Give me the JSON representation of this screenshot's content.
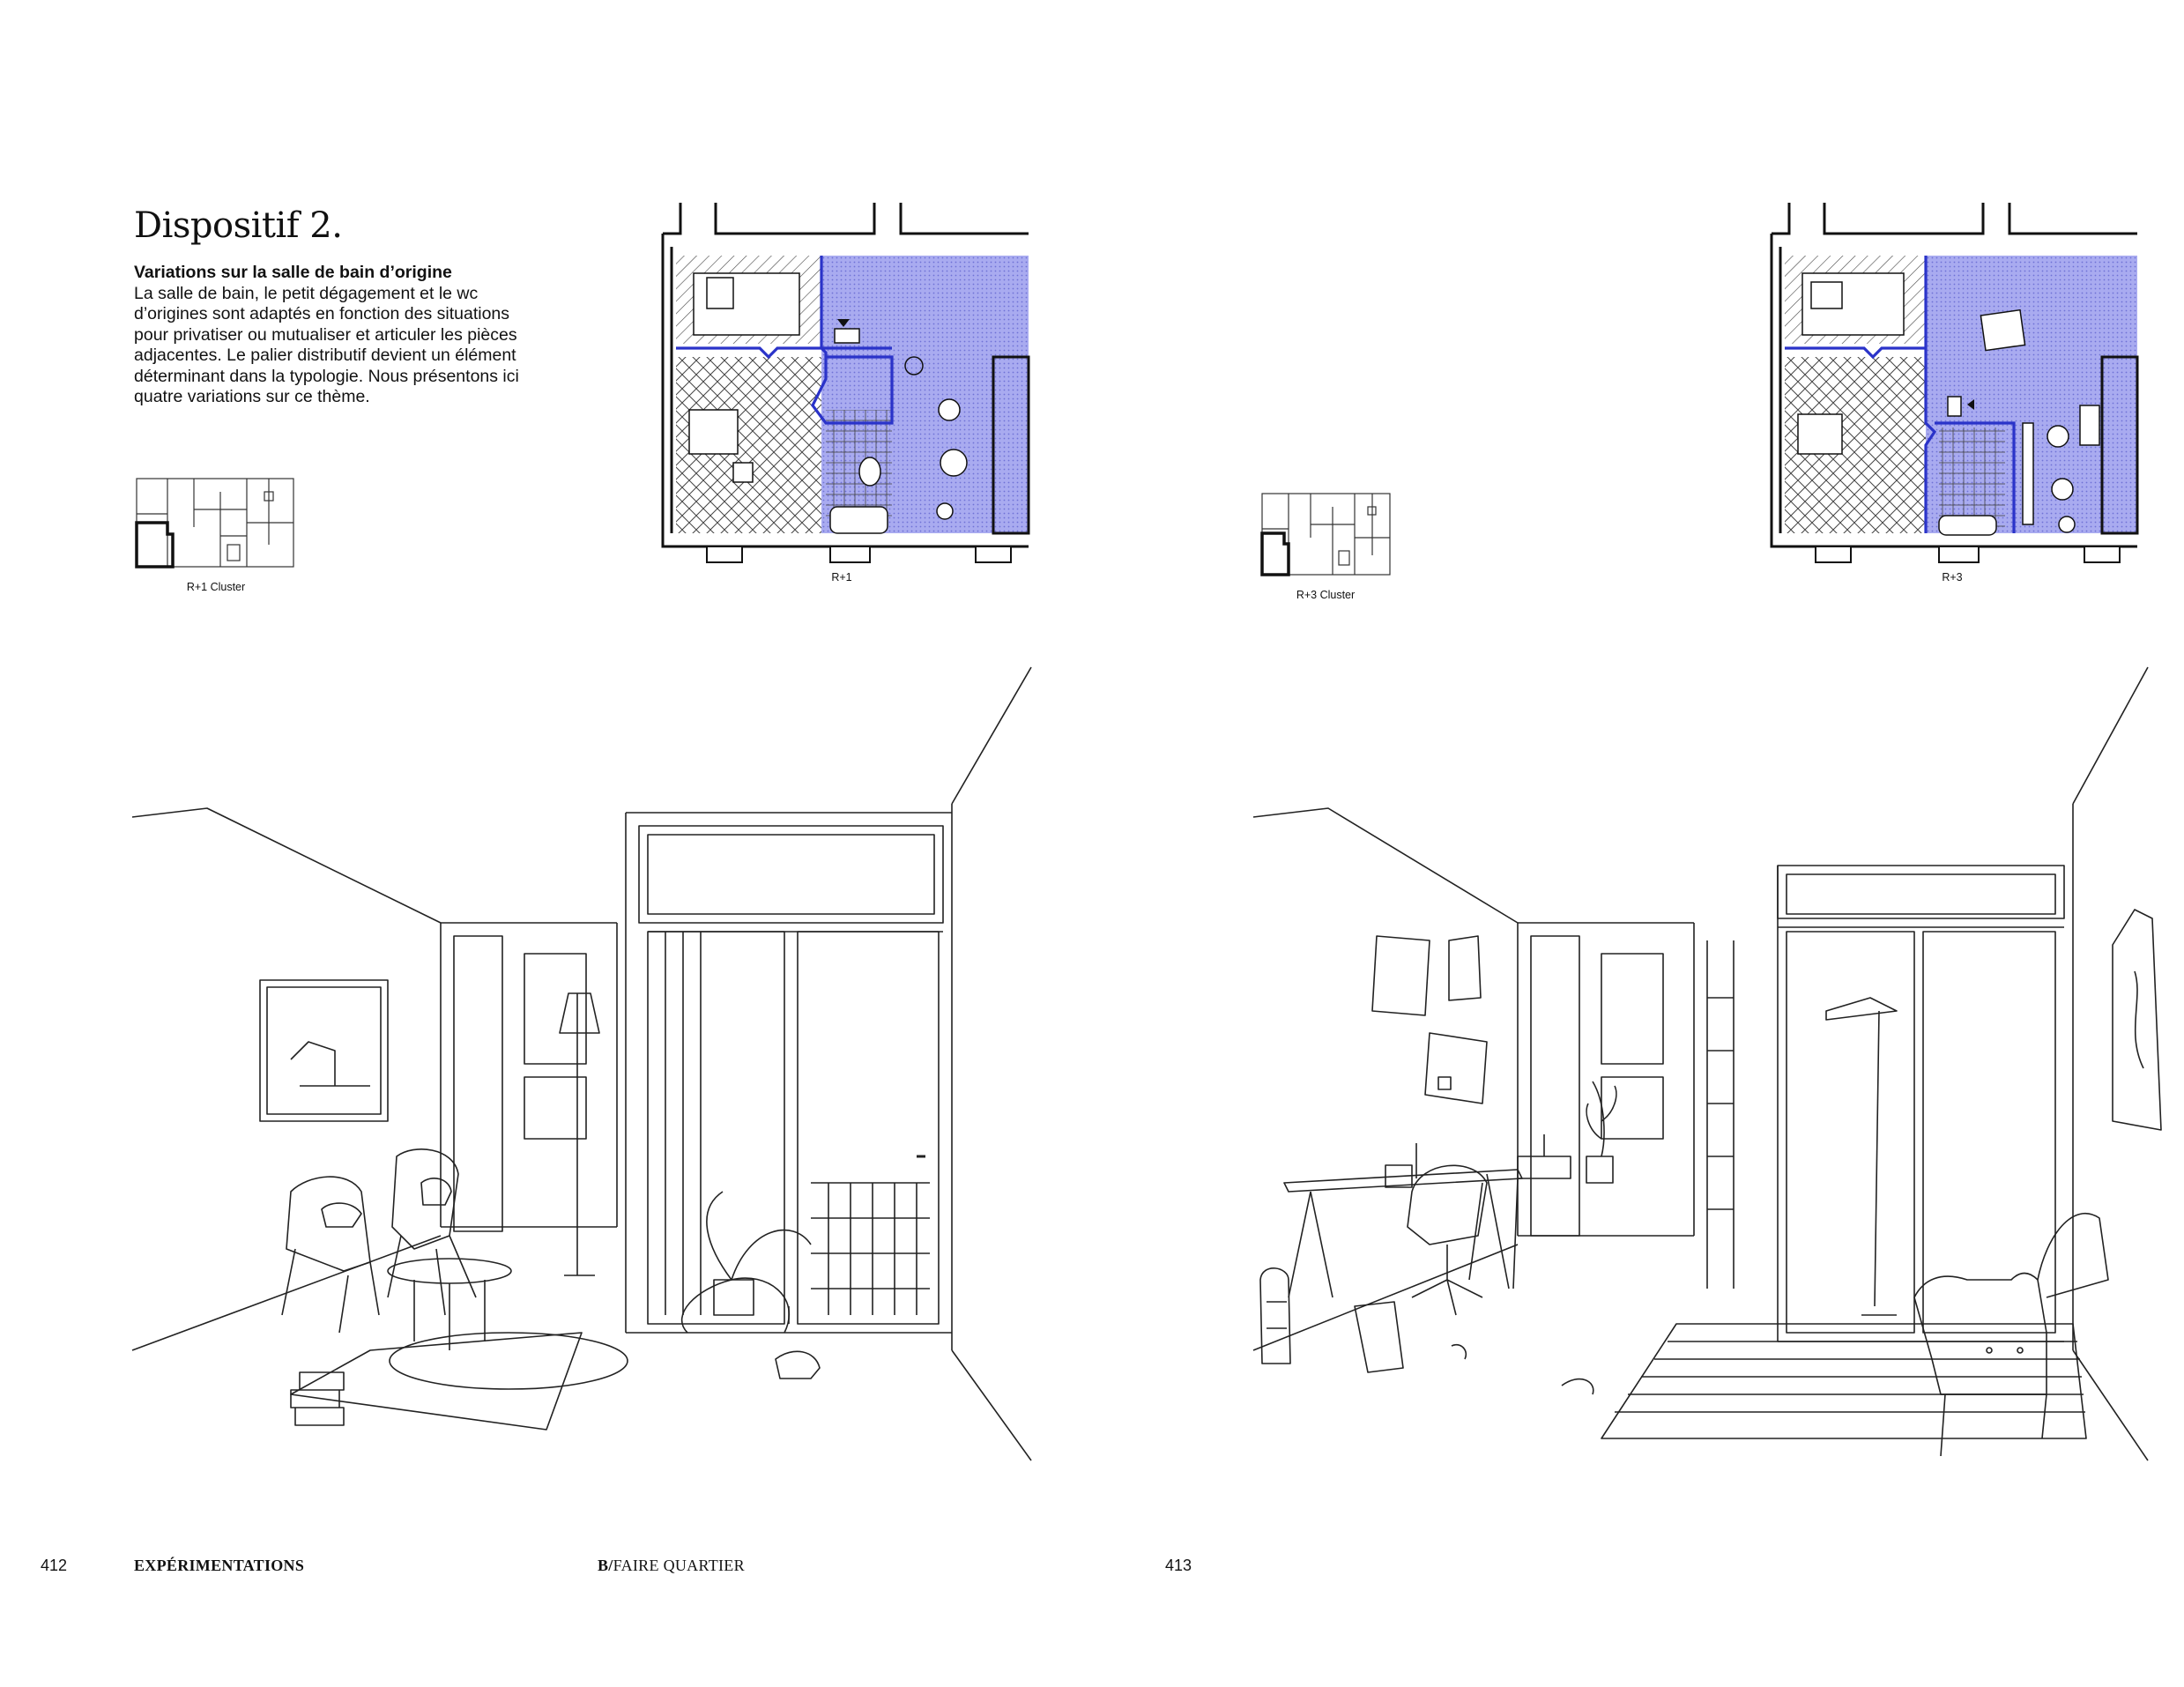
{
  "left_page": {
    "title": "Dispositif 2.",
    "subtitle": "Variations sur la salle de bain d’origine",
    "body": "La salle de bain, le petit dégagement et le wc d’origines sont adaptés en fonction des situations pour  privatiser ou mutualiser et articuler les pièces adjacentes. Le palier distributif devient un élément déterminant dans la typologie. Nous présentons ici quatre variations sur ce thème.",
    "key_plan_caption": "R+1 Cluster",
    "floor_plan_caption": "R+1",
    "page_number": "412",
    "section": "EXPÉRIMENTATIONS",
    "chapter_prefix": "B/",
    "chapter": "FAIRE QUARTIER"
  },
  "right_page": {
    "key_plan_caption": "R+3 Cluster",
    "floor_plan_caption": "R+3",
    "page_number": "413"
  },
  "colors": {
    "plan_highlight": "#a9abf0",
    "plan_wall_blue": "#2a33c9",
    "line": "#222222"
  }
}
